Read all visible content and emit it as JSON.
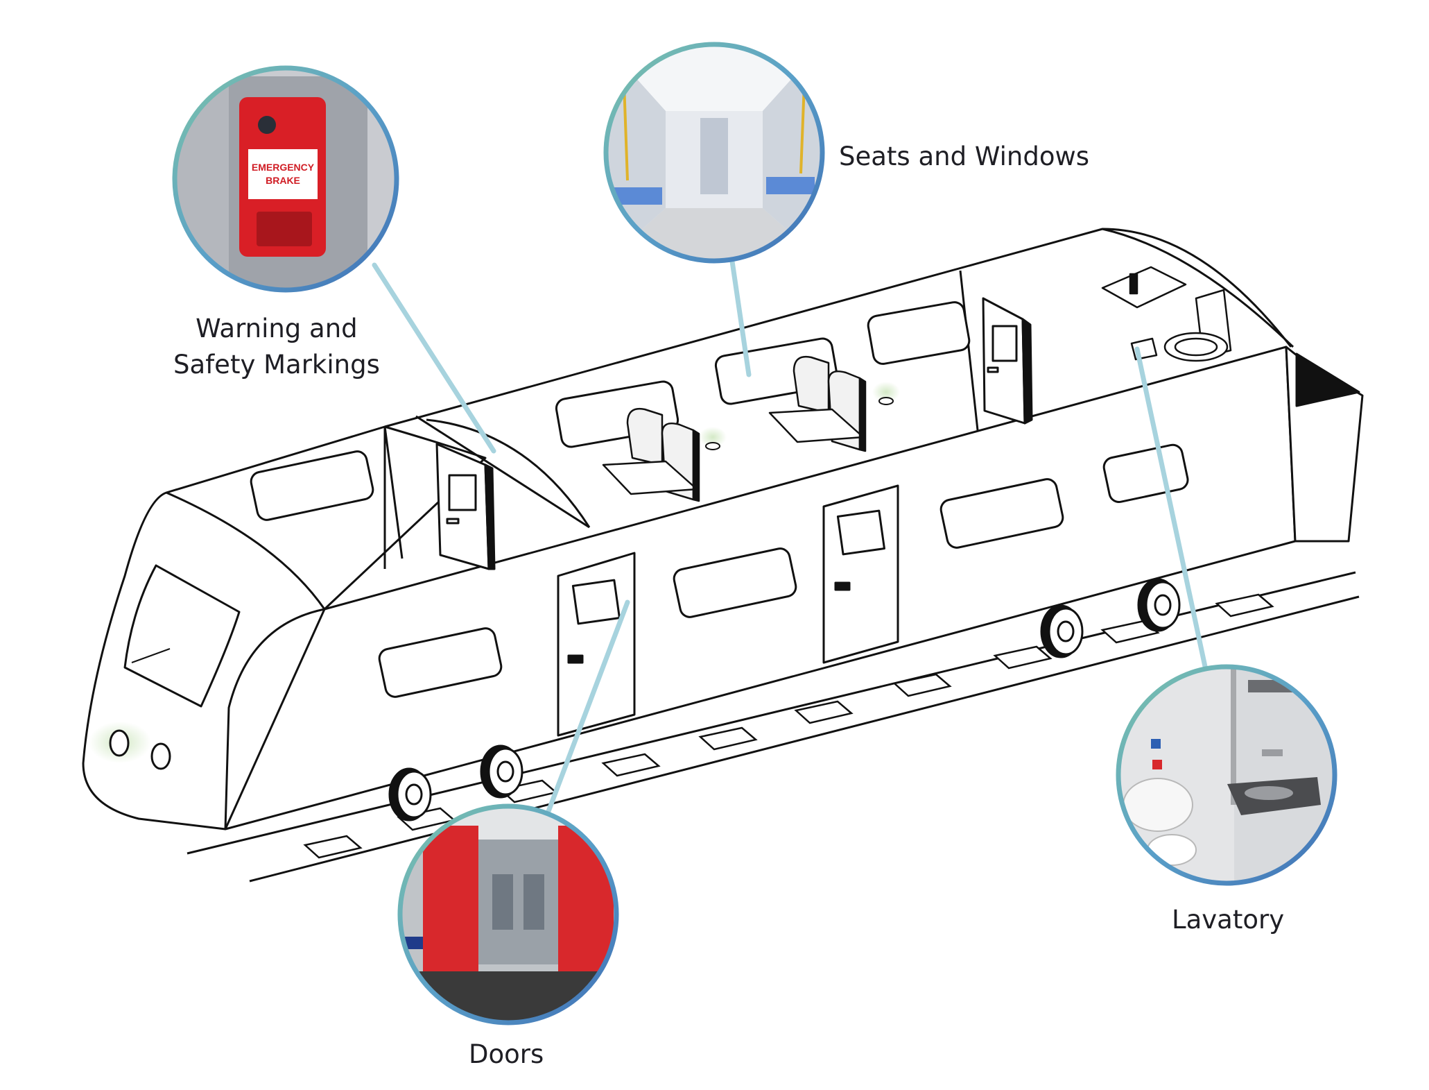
{
  "callouts": {
    "warning": {
      "label_line1": "Warning and",
      "label_line2": "Safety Markings",
      "sign_line1": "EMERGENCY",
      "sign_line2": "BRAKE"
    },
    "seats": {
      "label": "Seats and Windows"
    },
    "doors": {
      "label": "Doors"
    },
    "lavatory": {
      "label": "Lavatory"
    }
  },
  "colors": {
    "outline": "#111111",
    "leader_line": "#a7d3de",
    "ring_blue": "#3f70b6",
    "ring_teal": "#7cc3a9",
    "light_glow": "#cfe7c0",
    "emergency_red": "#d91f26",
    "train_red": "#d8282c"
  }
}
